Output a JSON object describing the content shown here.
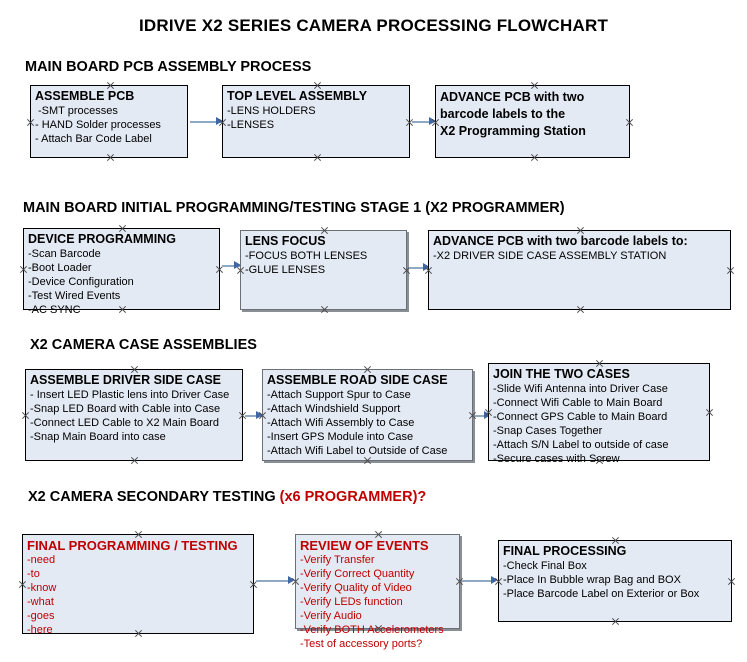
{
  "title": "IDRIVE X2  SERIES CAMERA PROCESSING FLOWCHART",
  "colors": {
    "box_fill": "#e3eaf4",
    "box_border": "#000000",
    "accent_red": "#c00000",
    "connector": "#8fa9c4",
    "arrowhead": "#3f67a5"
  },
  "sections": [
    {
      "heading": "MAIN BOARD PCB ASSEMBLY PROCESS",
      "heading_red": "",
      "boxes": [
        {
          "title": "ASSEMBLE PCB",
          "lines": [
            "-SMT processes",
            "- HAND Solder processes",
            "- Attach Bar Code Label"
          ]
        },
        {
          "title": "TOP LEVEL ASSEMBLY",
          "lines": [
            "-LENS HOLDERS",
            "-LENSES"
          ]
        },
        {
          "title": "",
          "lines": [
            "ADVANCE PCB with two",
            "barcode labels to the",
            " X2 Programming Station"
          ]
        }
      ]
    },
    {
      "heading": "MAIN BOARD INITIAL PROGRAMMING/TESTING STAGE 1 (X2 PROGRAMMER)",
      "heading_red": "",
      "boxes": [
        {
          "title": "DEVICE PROGRAMMING",
          "lines": [
            "-Scan Barcode",
            "-Boot Loader",
            "-Device Configuration",
            "-Test Wired Events",
            "-AC SYNC"
          ]
        },
        {
          "title": "LENS FOCUS",
          "lines": [
            "-FOCUS BOTH LENSES",
            "-GLUE LENSES"
          ]
        },
        {
          "title": "ADVANCE PCB with two barcode labels to:",
          "lines": [
            "-X2 DRIVER  SIDE  CASE  ASSEMBLY STATION"
          ]
        }
      ]
    },
    {
      "heading": "X2 CAMERA CASE ASSEMBLIES",
      "heading_red": "",
      "boxes": [
        {
          "title": "ASSEMBLE DRIVER SIDE CASE",
          "lines": [
            "- Insert LED Plastic lens into Driver Case",
            "-Snap LED Board with Cable into Case",
            "-Connect LED Cable to X2 Main Board",
            "-Snap Main Board into case"
          ]
        },
        {
          "title": "ASSEMBLE ROAD SIDE CASE",
          "lines": [
            "-Attach Support Spur to Case",
            "-Attach Windshield Support",
            "-Attach Wifi Assembly to Case",
            "-Insert GPS Module into Case",
            "-Attach Wifi Label to Outside of Case"
          ]
        },
        {
          "title": "JOIN THE TWO CASES",
          "lines": [
            "-Slide Wifi Antenna into Driver Case",
            "-Connect Wifi Cable to Main Board",
            "-Connect GPS Cable to Main Board",
            "-Snap Cases Together",
            "-Attach S/N Label to outside of case",
            "-Secure cases with Screw"
          ]
        }
      ]
    },
    {
      "heading": "X2 CAMERA SECONDARY TESTING ",
      "heading_red": "(x6 PROGRAMMER)?",
      "boxes": [
        {
          "title": "FINAL PROGRAMMING / TESTING",
          "lines": [
            "-need",
            "-to",
            "-know",
            "-what",
            "-goes",
            "-here"
          ]
        },
        {
          "title": "REVIEW OF EVENTS",
          "lines": [
            "-Verify Transfer",
            "-Verify Correct Quantity",
            "-Verify Quality of Video",
            "-Verify LEDs function",
            "-Verify Audio",
            "-Verify BOTH Accelerometers",
            "-Test of accessory ports?"
          ]
        },
        {
          "title": "FINAL PROCESSING",
          "lines": [
            " -Check Final Box",
            "-Place In Bubble wrap Bag and BOX",
            "-Place Barcode Label on Exterior or Box"
          ]
        }
      ]
    }
  ]
}
